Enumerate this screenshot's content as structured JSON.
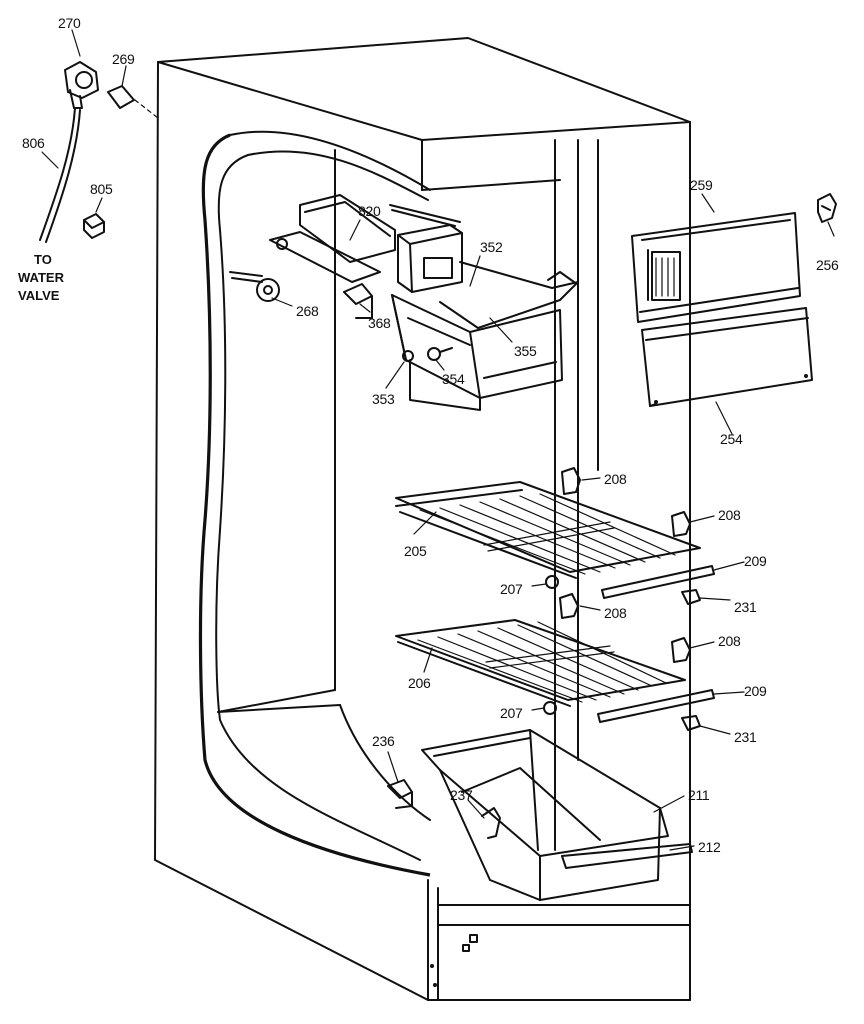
{
  "labels": {
    "p270": "270",
    "p269": "269",
    "p806": "806",
    "p805": "805",
    "p820": "820",
    "p352": "352",
    "p268": "268",
    "p368": "368",
    "p355": "355",
    "p354": "354",
    "p353": "353",
    "p259": "259",
    "p256": "256",
    "p254": "254",
    "p208a": "208",
    "p208b": "208",
    "p208c": "208",
    "p208d": "208",
    "p205": "205",
    "p209a": "209",
    "p209b": "209",
    "p207a": "207",
    "p207b": "207",
    "p231a": "231",
    "p231b": "231",
    "p206": "206",
    "p236": "236",
    "p237": "237",
    "p211": "211",
    "p212": "212"
  },
  "note": {
    "line1": "TO",
    "line2": "WATER",
    "line3": "VALVE"
  }
}
